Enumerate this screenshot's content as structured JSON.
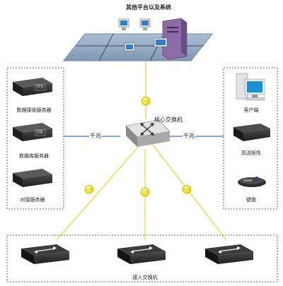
{
  "top_network": {
    "title": "其他平台以及系统"
  },
  "core": {
    "label": "核心交换机"
  },
  "links": {
    "gigabit_left": "千兆",
    "gigabit_right": "千兆"
  },
  "left_group": {
    "servers": [
      {
        "badge": "ITS",
        "label": "数据接收服务器"
      },
      {
        "badge": "DB",
        "label": "数据库服务器"
      },
      {
        "badge": "",
        "label": "对接服务器"
      }
    ]
  },
  "right_group": {
    "devices": [
      {
        "label": "客户端",
        "icon": "desktop-computer-icon"
      },
      {
        "label": "高清矩阵",
        "icon": "matrix-device-icon"
      },
      {
        "label": "键盘",
        "icon": "control-keyboard-icon"
      }
    ]
  },
  "access": {
    "label": "接入交换机"
  },
  "colors": {
    "link_line": "#f2d23a",
    "fiber_marker": "#f4e200",
    "side_line": "#3b74c8",
    "top_plane": "#8aa4bf"
  }
}
